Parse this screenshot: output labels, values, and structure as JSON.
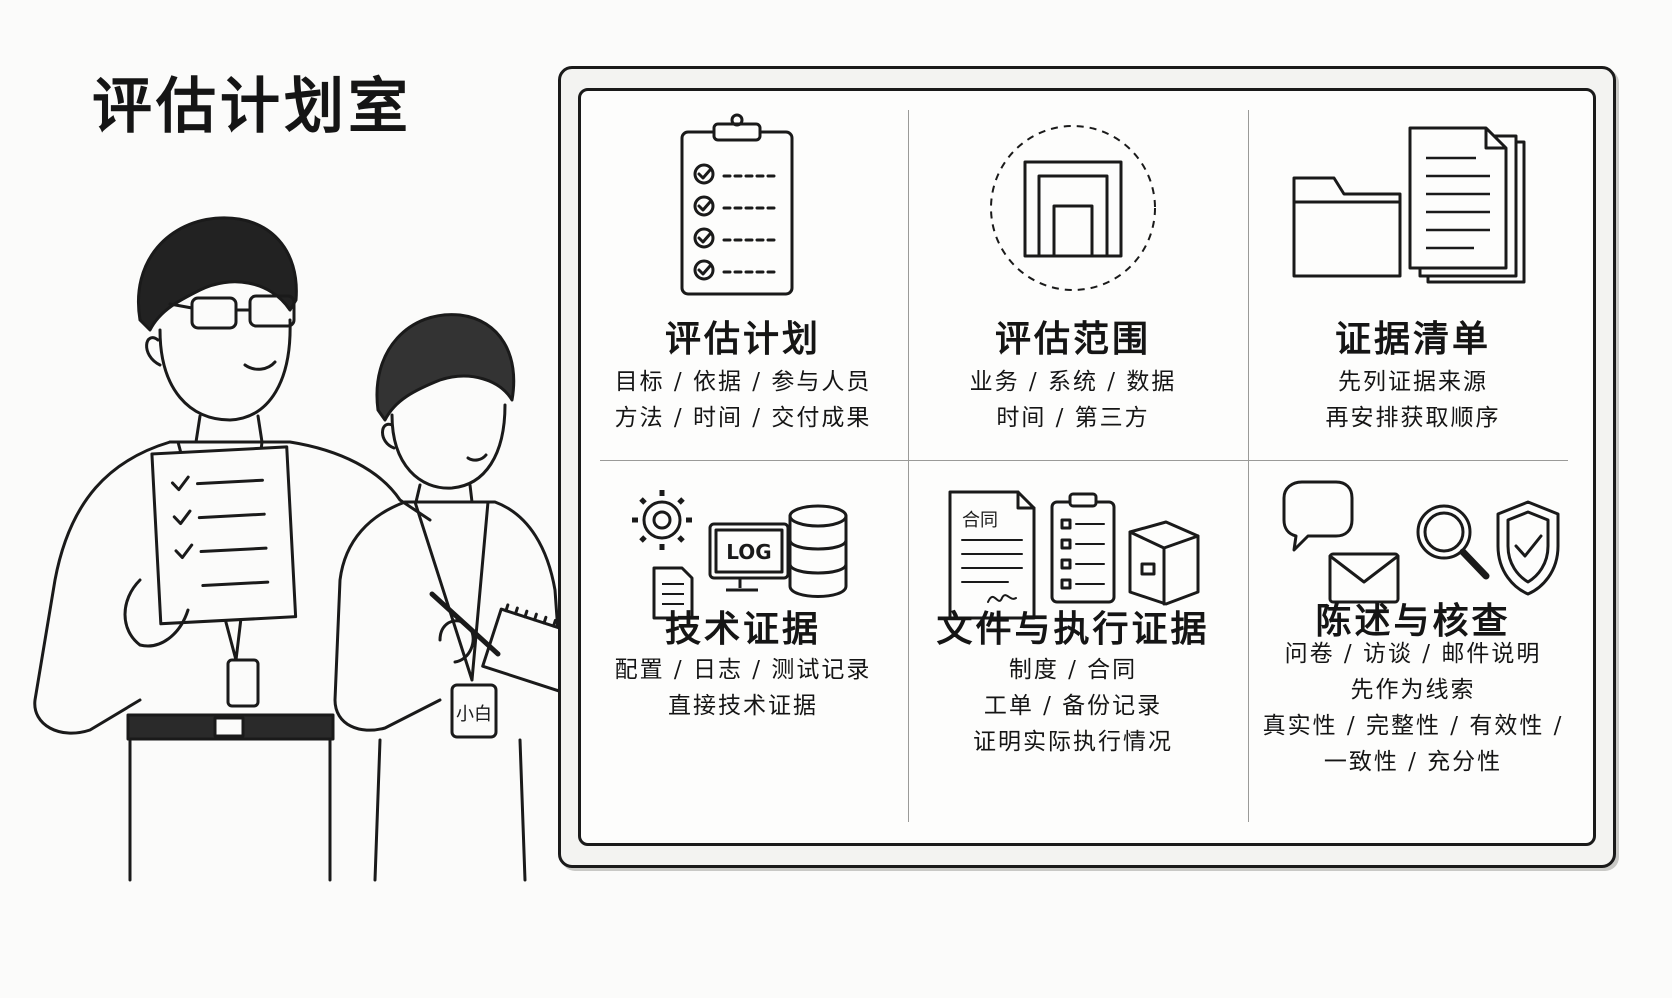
{
  "page_title": "评估计划室",
  "badge_name": "小白",
  "cells": [
    {
      "title": "评估计划",
      "lines": [
        "目标 / 依据 / 参与人员",
        "方法 / 时间 / 交付成果"
      ]
    },
    {
      "title": "评估范围",
      "lines": [
        "业务 / 系统 / 数据",
        "时间 / 第三方"
      ]
    },
    {
      "title": "证据清单",
      "lines": [
        "先列证据来源",
        "再安排获取顺序"
      ]
    },
    {
      "title": "技术证据",
      "lines": [
        "配置 / 日志 / 测试记录",
        "直接技术证据"
      ]
    },
    {
      "title": "文件与执行证据",
      "lines": [
        "制度 / 合同",
        "工单 / 备份记录",
        "证明实际执行情况"
      ]
    },
    {
      "title": "陈述与核查",
      "lines": [
        "问卷 / 访谈 / 邮件说明",
        "先作为线索",
        "真实性 / 完整性 / 有效性 /",
        "一致性 / 充分性"
      ]
    }
  ],
  "icon_labels": {
    "log": "LOG",
    "contract": "合同"
  }
}
